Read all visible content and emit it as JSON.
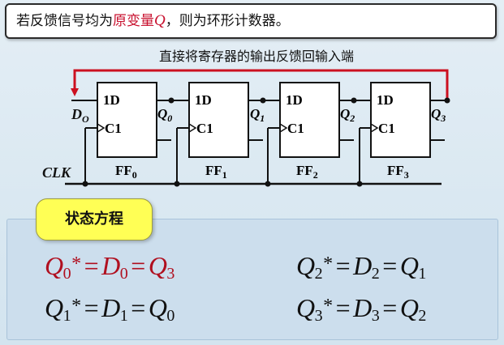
{
  "header": {
    "prefix": "若反馈信号均为",
    "highlight": "原变量",
    "q": "Q",
    "suffix": "，则为环形计数器。"
  },
  "circuit": {
    "feedback_label": "直接将寄存器的输出反馈回输入端",
    "clk_label": "CLK",
    "d0_label": "D",
    "d0_sub": "O",
    "d_pin": "1D",
    "c_pin": "C1",
    "flipflops": [
      {
        "label": "FF",
        "sub": "0",
        "q": "Q",
        "q_sub": "0"
      },
      {
        "label": "FF",
        "sub": "1",
        "q": "Q",
        "q_sub": "1"
      },
      {
        "label": "FF",
        "sub": "2",
        "q": "Q",
        "q_sub": "2"
      },
      {
        "label": "FF",
        "sub": "3",
        "q": "Q",
        "q_sub": "3"
      }
    ],
    "colors": {
      "feedback": "#cc1020",
      "wire": "#111111"
    }
  },
  "state_equation": {
    "title": "状态方程",
    "equations": [
      {
        "lhs": "Q",
        "lhs_sub": "0",
        "star": "*",
        "mid": "D",
        "mid_sub": "0",
        "rhs": "Q",
        "rhs_sub": "3"
      },
      {
        "lhs": "Q",
        "lhs_sub": "1",
        "star": "*",
        "mid": "D",
        "mid_sub": "1",
        "rhs": "Q",
        "rhs_sub": "0"
      },
      {
        "lhs": "Q",
        "lhs_sub": "2",
        "star": "*",
        "mid": "D",
        "mid_sub": "2",
        "rhs": "Q",
        "rhs_sub": "1"
      },
      {
        "lhs": "Q",
        "lhs_sub": "3",
        "star": "*",
        "mid": "D",
        "mid_sub": "3",
        "rhs": "Q",
        "rhs_sub": "2"
      }
    ],
    "eq_sign": "=",
    "highlight_color": "#b01020"
  }
}
